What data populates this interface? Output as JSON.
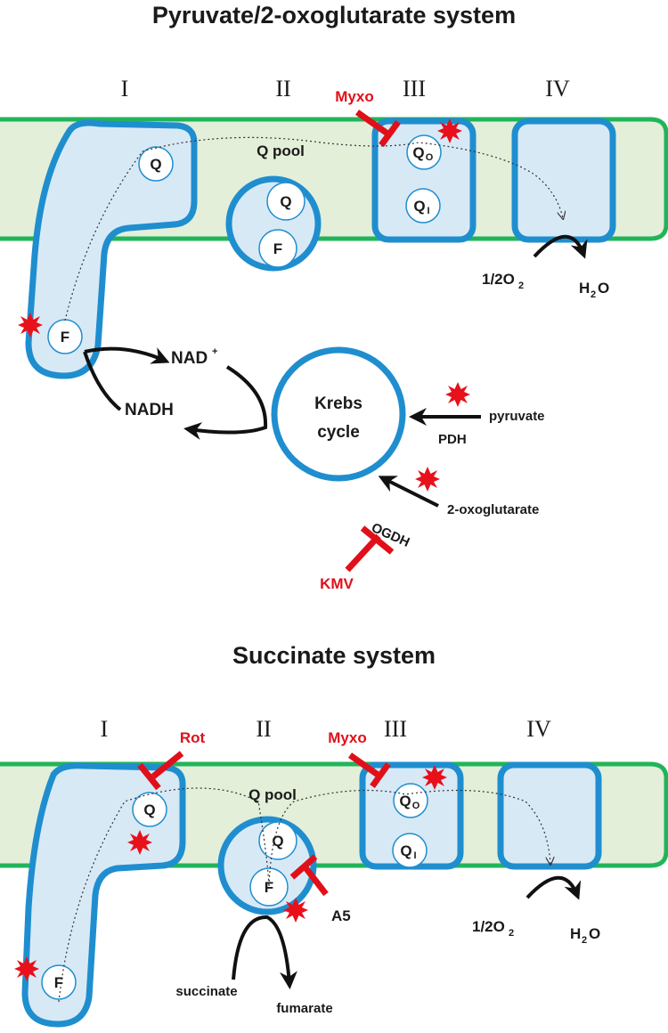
{
  "top": {
    "title": "Pyruvate/2-oxoglutarate system",
    "complexes": [
      "I",
      "II",
      "III",
      "IV"
    ],
    "q_pool": "Q pool",
    "q": "Q",
    "f": "F",
    "qo": "Q",
    "qo_sub": "O",
    "qi": "Q",
    "qi_sub": "I",
    "oxygen": "1/2O",
    "oxygen_sub": "2",
    "water": "H",
    "water_sub": "2",
    "water_end": "O",
    "inhibitor_myxo": "Myxo",
    "nad": "NAD",
    "nad_sup": "+",
    "nadh": "NADH",
    "krebs_line1": "Krebs",
    "krebs_line2": "cycle",
    "pyruvate": "pyruvate",
    "pdh": "PDH",
    "oxoglutarate": "2-oxoglutarate",
    "ogdh": "OGDH",
    "inhibitor_kmv": "KMV"
  },
  "bottom": {
    "title": "Succinate system",
    "complexes": [
      "I",
      "II",
      "III",
      "IV"
    ],
    "q_pool": "Q pool",
    "q": "Q",
    "f": "F",
    "qo": "Q",
    "qo_sub": "O",
    "qi": "Q",
    "qi_sub": "I",
    "oxygen": "1/2O",
    "oxygen_sub": "2",
    "water": "H",
    "water_sub": "2",
    "water_end": "O",
    "inhibitor_rot": "Rot",
    "inhibitor_myxo": "Myxo",
    "inhibitor_a5": "A5",
    "succinate": "succinate",
    "fumarate": "fumarate"
  },
  "colors": {
    "membrane_fill": "#e3efd9",
    "membrane_stroke": "#22b45a",
    "complex_fill": "#d8e9f6",
    "complex_stroke": "#1f8ecf",
    "inhibitor": "#e0101a",
    "ros_burst": "#e8101a"
  },
  "icons": [
    "ros-burst-icon",
    "inhibition-bar-icon",
    "arrow-icon"
  ]
}
